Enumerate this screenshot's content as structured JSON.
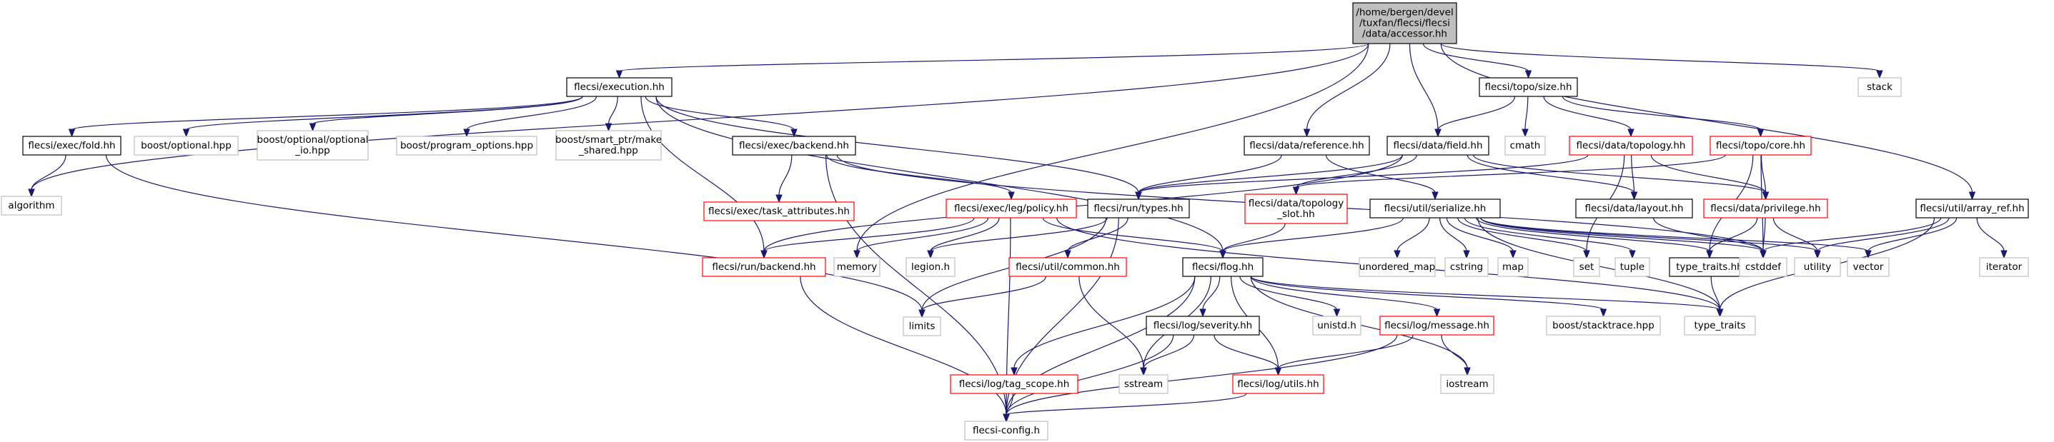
{
  "colors": {
    "edge": "#191970",
    "root_fill": "#bfbfbf",
    "root_border": "#000000",
    "documented_border": "#000000",
    "undocumented_border": "#ff0000",
    "system_border": "#bfbfbf",
    "node_fill": "#ffffff"
  },
  "nodes": [
    {
      "id": "accessor",
      "lines": [
        "/home/bergen/devel",
        "/tuxfan/flecsi/flecsi",
        "/data/accessor.hh"
      ],
      "kind": "root"
    },
    {
      "id": "execution",
      "lines": [
        "flecsi/execution.hh"
      ],
      "kind": "doc"
    },
    {
      "id": "topo_size",
      "lines": [
        "flecsi/topo/size.hh"
      ],
      "kind": "doc"
    },
    {
      "id": "stack",
      "lines": [
        "stack"
      ],
      "kind": "sys"
    },
    {
      "id": "exec_fold",
      "lines": [
        "flecsi/exec/fold.hh"
      ],
      "kind": "doc"
    },
    {
      "id": "boost_optional",
      "lines": [
        "boost/optional.hpp"
      ],
      "kind": "sys"
    },
    {
      "id": "boost_optional_io",
      "lines": [
        "boost/optional/optional",
        "_io.hpp"
      ],
      "kind": "sys"
    },
    {
      "id": "boost_program_options",
      "lines": [
        "boost/program_options.hpp"
      ],
      "kind": "sys"
    },
    {
      "id": "boost_smart_ptr",
      "lines": [
        "boost/smart_ptr/make",
        "_shared.hpp"
      ],
      "kind": "sys"
    },
    {
      "id": "exec_backend",
      "lines": [
        "flecsi/exec/backend.hh"
      ],
      "kind": "doc"
    },
    {
      "id": "data_reference",
      "lines": [
        "flecsi/data/reference.hh"
      ],
      "kind": "doc"
    },
    {
      "id": "data_field",
      "lines": [
        "flecsi/data/field.hh"
      ],
      "kind": "doc"
    },
    {
      "id": "cmath",
      "lines": [
        "cmath"
      ],
      "kind": "sys"
    },
    {
      "id": "data_topology",
      "lines": [
        "flecsi/data/topology.hh"
      ],
      "kind": "undoc"
    },
    {
      "id": "topo_core",
      "lines": [
        "flecsi/topo/core.hh"
      ],
      "kind": "undoc"
    },
    {
      "id": "algorithm",
      "lines": [
        "algorithm"
      ],
      "kind": "sys"
    },
    {
      "id": "exec_task_attributes",
      "lines": [
        "flecsi/exec/task_attributes.hh"
      ],
      "kind": "undoc"
    },
    {
      "id": "exec_leg_policy",
      "lines": [
        "flecsi/exec/leg/policy.hh"
      ],
      "kind": "undoc"
    },
    {
      "id": "run_types",
      "lines": [
        "flecsi/run/types.hh"
      ],
      "kind": "doc"
    },
    {
      "id": "data_topology_slot",
      "lines": [
        "flecsi/data/topology",
        "_slot.hh"
      ],
      "kind": "undoc"
    },
    {
      "id": "util_serialize",
      "lines": [
        "flecsi/util/serialize.hh"
      ],
      "kind": "doc"
    },
    {
      "id": "data_layout",
      "lines": [
        "flecsi/data/layout.hh"
      ],
      "kind": "doc"
    },
    {
      "id": "data_privilege",
      "lines": [
        "flecsi/data/privilege.hh"
      ],
      "kind": "undoc"
    },
    {
      "id": "util_array_ref",
      "lines": [
        "flecsi/util/array_ref.hh"
      ],
      "kind": "doc"
    },
    {
      "id": "run_backend",
      "lines": [
        "flecsi/run/backend.hh"
      ],
      "kind": "undoc"
    },
    {
      "id": "memory",
      "lines": [
        "memory"
      ],
      "kind": "sys"
    },
    {
      "id": "legion_h",
      "lines": [
        "legion.h"
      ],
      "kind": "sys"
    },
    {
      "id": "util_common",
      "lines": [
        "flecsi/util/common.hh"
      ],
      "kind": "undoc"
    },
    {
      "id": "flog",
      "lines": [
        "flecsi/flog.hh"
      ],
      "kind": "doc"
    },
    {
      "id": "unordered_map",
      "lines": [
        "unordered_map"
      ],
      "kind": "sys"
    },
    {
      "id": "cstring",
      "lines": [
        "cstring"
      ],
      "kind": "sys"
    },
    {
      "id": "map",
      "lines": [
        "map"
      ],
      "kind": "sys"
    },
    {
      "id": "set",
      "lines": [
        "set"
      ],
      "kind": "sys"
    },
    {
      "id": "tuple",
      "lines": [
        "tuple"
      ],
      "kind": "sys"
    },
    {
      "id": "type_traits_hh",
      "lines": [
        "type_traits.hh"
      ],
      "kind": "doc"
    },
    {
      "id": "cstddef",
      "lines": [
        "cstddef"
      ],
      "kind": "sys"
    },
    {
      "id": "utility",
      "lines": [
        "utility"
      ],
      "kind": "sys"
    },
    {
      "id": "vector",
      "lines": [
        "vector"
      ],
      "kind": "sys"
    },
    {
      "id": "iterator",
      "lines": [
        "iterator"
      ],
      "kind": "sys"
    },
    {
      "id": "limits",
      "lines": [
        "limits"
      ],
      "kind": "sys"
    },
    {
      "id": "log_severity",
      "lines": [
        "flecsi/log/severity.hh"
      ],
      "kind": "doc"
    },
    {
      "id": "unistd",
      "lines": [
        "unistd.h"
      ],
      "kind": "sys"
    },
    {
      "id": "log_message",
      "lines": [
        "flecsi/log/message.hh"
      ],
      "kind": "undoc"
    },
    {
      "id": "boost_stacktrace",
      "lines": [
        "boost/stacktrace.hpp"
      ],
      "kind": "sys"
    },
    {
      "id": "type_traits",
      "lines": [
        "type_traits"
      ],
      "kind": "sys"
    },
    {
      "id": "log_tag_scope",
      "lines": [
        "flecsi/log/tag_scope.hh"
      ],
      "kind": "undoc"
    },
    {
      "id": "sstream",
      "lines": [
        "sstream"
      ],
      "kind": "sys"
    },
    {
      "id": "log_utils",
      "lines": [
        "flecsi/log/utils.hh"
      ],
      "kind": "undoc"
    },
    {
      "id": "iostream",
      "lines": [
        "iostream"
      ],
      "kind": "sys"
    },
    {
      "id": "flecsi_config",
      "lines": [
        "flecsi-config.h"
      ],
      "kind": "sys"
    }
  ],
  "edges": [
    [
      "accessor",
      "execution"
    ],
    [
      "accessor",
      "algorithm"
    ],
    [
      "accessor",
      "memory"
    ],
    [
      "accessor",
      "data_reference"
    ],
    [
      "accessor",
      "data_field"
    ],
    [
      "accessor",
      "topo_size"
    ],
    [
      "accessor",
      "util_array_ref"
    ],
    [
      "accessor",
      "stack"
    ],
    [
      "execution",
      "exec_fold"
    ],
    [
      "execution",
      "boost_optional"
    ],
    [
      "execution",
      "boost_optional_io"
    ],
    [
      "execution",
      "boost_program_options"
    ],
    [
      "execution",
      "boost_smart_ptr"
    ],
    [
      "execution",
      "exec_backend"
    ],
    [
      "execution",
      "run_backend"
    ],
    [
      "execution",
      "flog"
    ],
    [
      "execution",
      "run_types"
    ],
    [
      "exec_fold",
      "algorithm"
    ],
    [
      "exec_fold",
      "limits"
    ],
    [
      "exec_backend",
      "exec_task_attributes"
    ],
    [
      "exec_backend",
      "exec_leg_policy"
    ],
    [
      "exec_backend",
      "flecsi_config"
    ],
    [
      "exec_backend",
      "cstddef"
    ],
    [
      "exec_leg_policy",
      "run_backend"
    ],
    [
      "exec_leg_policy",
      "memory"
    ],
    [
      "exec_leg_policy",
      "legion_h"
    ],
    [
      "exec_leg_policy",
      "flog"
    ],
    [
      "exec_leg_policy",
      "flecsi_config"
    ],
    [
      "exec_leg_policy",
      "type_traits"
    ],
    [
      "data_reference",
      "run_types"
    ],
    [
      "data_reference",
      "util_serialize"
    ],
    [
      "data_field",
      "run_types"
    ],
    [
      "data_field",
      "data_topology_slot"
    ],
    [
      "data_field",
      "data_layout"
    ],
    [
      "data_field",
      "data_privilege"
    ],
    [
      "data_field",
      "run_backend"
    ],
    [
      "topo_size",
      "data_field"
    ],
    [
      "topo_size",
      "cmath"
    ],
    [
      "topo_size",
      "data_topology"
    ],
    [
      "topo_size",
      "topo_core"
    ],
    [
      "data_topology",
      "data_layout"
    ],
    [
      "data_topology",
      "data_privilege"
    ],
    [
      "data_topology",
      "set"
    ],
    [
      "data_topology",
      "run_types"
    ],
    [
      "topo_core",
      "data_privilege"
    ],
    [
      "topo_core",
      "cstddef"
    ],
    [
      "topo_core",
      "type_traits_hh"
    ],
    [
      "topo_core",
      "data_topology_slot"
    ],
    [
      "run_types",
      "legion_h"
    ],
    [
      "run_types",
      "limits"
    ],
    [
      "run_types",
      "util_common"
    ],
    [
      "run_types",
      "flecsi_config"
    ],
    [
      "data_topology_slot",
      "flog"
    ],
    [
      "util_serialize",
      "flog"
    ],
    [
      "util_serialize",
      "unordered_map"
    ],
    [
      "util_serialize",
      "cstring"
    ],
    [
      "util_serialize",
      "map"
    ],
    [
      "util_serialize",
      "set"
    ],
    [
      "util_serialize",
      "tuple"
    ],
    [
      "util_serialize",
      "type_traits_hh"
    ],
    [
      "util_serialize",
      "cstddef"
    ],
    [
      "util_serialize",
      "utility"
    ],
    [
      "util_serialize",
      "vector"
    ],
    [
      "util_serialize",
      "type_traits"
    ],
    [
      "data_layout",
      "cstddef"
    ],
    [
      "data_privilege",
      "type_traits_hh"
    ],
    [
      "data_privilege",
      "cstddef"
    ],
    [
      "data_privilege",
      "utility"
    ],
    [
      "util_array_ref",
      "cstddef"
    ],
    [
      "util_array_ref",
      "utility"
    ],
    [
      "util_array_ref",
      "vector"
    ],
    [
      "util_array_ref",
      "iterator"
    ],
    [
      "util_array_ref",
      "type_traits"
    ],
    [
      "run_backend",
      "flecsi_config"
    ],
    [
      "util_common",
      "limits"
    ],
    [
      "util_common",
      "sstream"
    ],
    [
      "flog",
      "log_severity"
    ],
    [
      "flog",
      "unistd"
    ],
    [
      "flog",
      "log_message"
    ],
    [
      "flog",
      "boost_stacktrace"
    ],
    [
      "flog",
      "log_tag_scope"
    ],
    [
      "flog",
      "log_utils"
    ],
    [
      "flog",
      "sstream"
    ],
    [
      "flog",
      "iostream"
    ],
    [
      "flog",
      "flecsi_config"
    ],
    [
      "flog",
      "type_traits"
    ],
    [
      "log_severity",
      "sstream"
    ],
    [
      "log_severity",
      "log_utils"
    ],
    [
      "log_severity",
      "flecsi_config"
    ],
    [
      "log_message",
      "log_utils"
    ],
    [
      "log_message",
      "iostream"
    ],
    [
      "log_message",
      "flecsi_config"
    ],
    [
      "log_tag_scope",
      "flecsi_config"
    ],
    [
      "log_utils",
      "flecsi_config"
    ],
    [
      "type_traits_hh",
      "type_traits"
    ]
  ]
}
